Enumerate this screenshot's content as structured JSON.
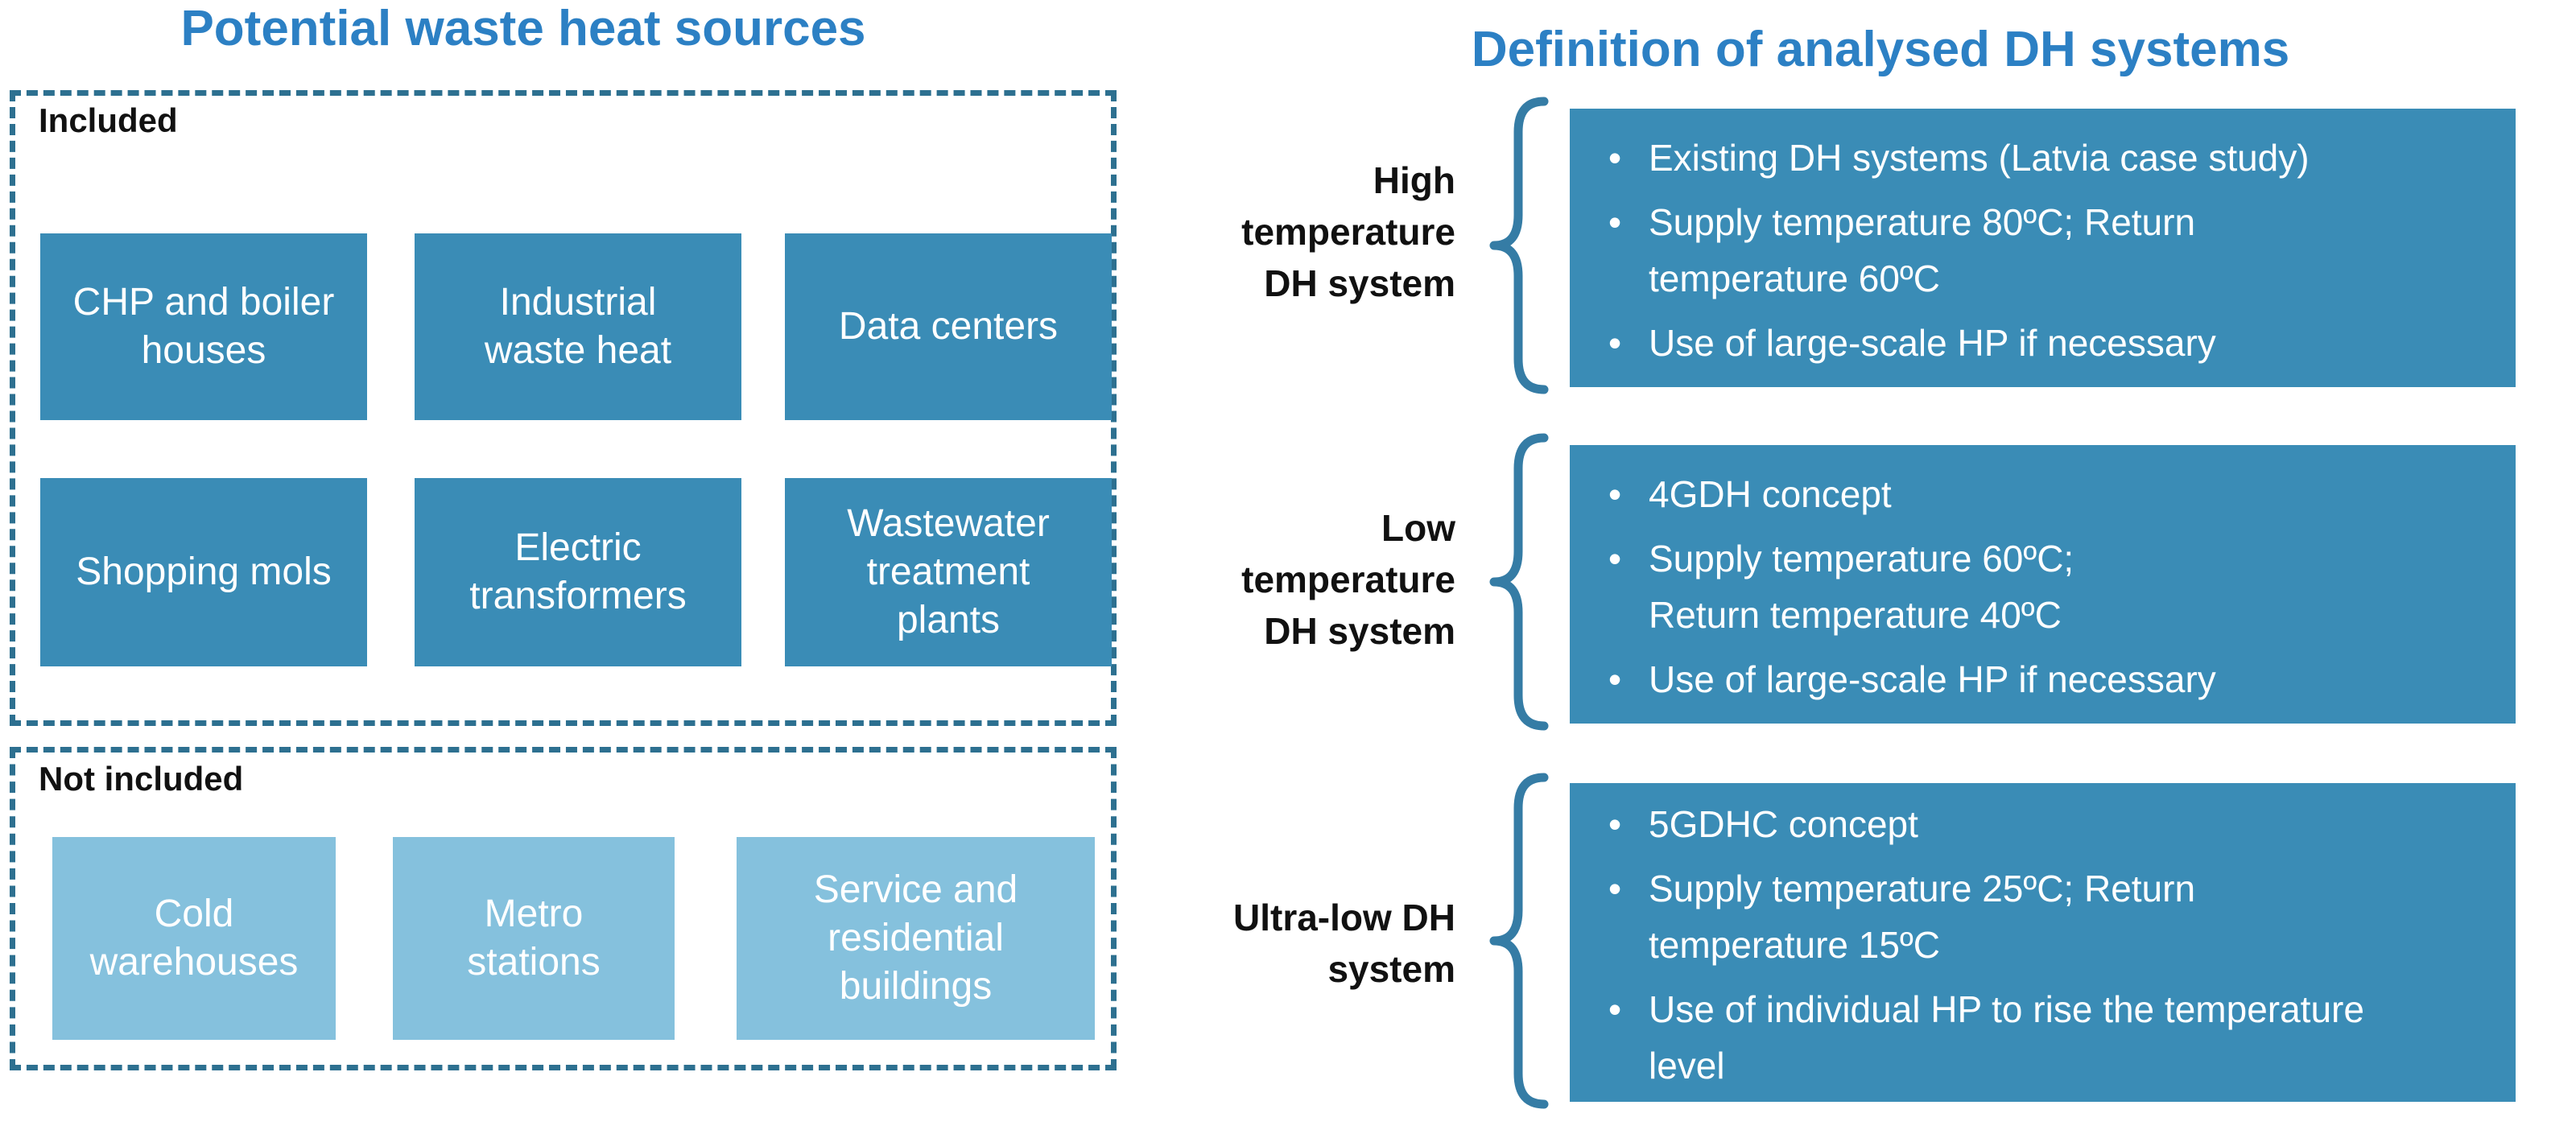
{
  "left": {
    "title": "Potential waste heat sources",
    "included": {
      "label": "Included",
      "boxes": [
        "CHP and boiler\nhouses",
        "Industrial\nwaste heat",
        "Data centers",
        "Shopping mols",
        "Electric\ntransformers",
        "Wastewater\ntreatment\nplants"
      ]
    },
    "not_included": {
      "label": "Not included",
      "boxes": [
        "Cold\nwarehouses",
        "Metro\nstations",
        "Service and\nresidential\nbuildings"
      ]
    }
  },
  "right": {
    "title": "Definition of analysed DH systems",
    "groups": [
      {
        "label": "High\ntemperature\nDH system",
        "bullets": [
          "Existing DH systems (Latvia case study)",
          "Supply temperature 80ºC; Return\ntemperature 60ºC",
          "Use of large-scale HP if necessary"
        ]
      },
      {
        "label": "Low\ntemperature\nDH system",
        "bullets": [
          "4GDH concept",
          "Supply temperature 60ºC;\nReturn temperature 40ºC",
          "Use of large-scale HP if necessary"
        ]
      },
      {
        "label": "Ultra-low DH\nsystem",
        "bullets": [
          "5GDHC concept",
          "Supply temperature 25ºC; Return\ntemperature 15ºC",
          "Use of individual HP to rise the temperature\nlevel"
        ]
      }
    ]
  },
  "colors": {
    "title_blue": "#2c80c4",
    "box_teal": "#3a8cb6",
    "box_teal_light": "#85c1dd",
    "dash_border": "#2d7090",
    "brace_teal": "#357ca5",
    "text_white": "#ffffff",
    "text_black": "#111111"
  }
}
